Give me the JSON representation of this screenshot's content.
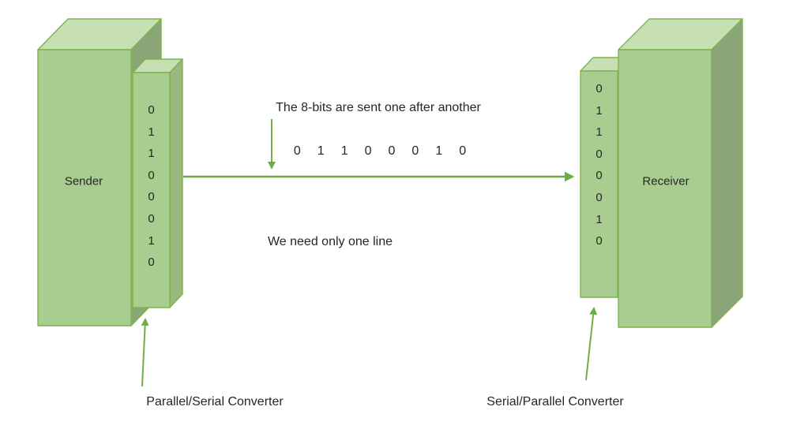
{
  "sender": {
    "label": "Sender",
    "bits": [
      "0",
      "1",
      "1",
      "0",
      "0",
      "0",
      "1",
      "0"
    ]
  },
  "receiver": {
    "label": "Receiver",
    "bits": [
      "0",
      "1",
      "1",
      "0",
      "0",
      "0",
      "1",
      "0"
    ]
  },
  "converters": {
    "left_label": "Parallel/Serial Converter",
    "right_label": "Serial/Parallel Converter"
  },
  "annotations": {
    "top_text": "The 8-bits are sent one after another",
    "bottom_text": "We need only one line",
    "serial_bits": [
      "0",
      "1",
      "1",
      "0",
      "0",
      "0",
      "1",
      "0"
    ]
  },
  "colors": {
    "box_front": "#a9cd91",
    "box_top": "#c6dfb3",
    "box_side": "#8aa678",
    "converter_side": "#9ab880",
    "border": "#7db44b",
    "arrow": "#70ad47",
    "text": "#262626"
  }
}
